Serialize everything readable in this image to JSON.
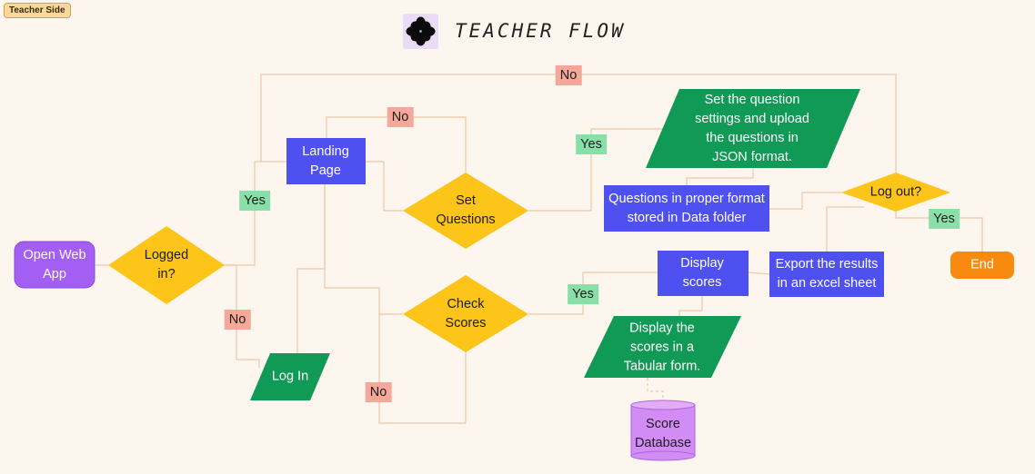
{
  "badge": "Teacher Side",
  "title": "TEACHER FLOW",
  "logo_icon": "flower-blob-icon",
  "colors": {
    "background": "#fdf6ee",
    "connector": "#f0c8a4",
    "purple_start": "#a35ef3",
    "yellow_decision": "#fdc41a",
    "blue_process": "#4f50f0",
    "green_io": "#119a55",
    "orange_end": "#f98a10",
    "lilac_database": "#d18cf5",
    "no_tag": "#f5a89a",
    "yes_tag": "#88e0a8"
  },
  "nodes": {
    "open_web_app": "Open Web\nApp",
    "logged_in": "Logged\nin?",
    "landing_page": "Landing\nPage",
    "log_in": "Log In",
    "set_questions": "Set\nQuestions",
    "check_scores": "Check\nScores",
    "question_settings": "Set the question\nsettings and upload\nthe questions in\nJSON format.",
    "questions_stored": "Questions in proper format\nstored in Data folder",
    "display_scores": "Display\nscores",
    "display_tabular": "Display the\nscores in a\nTabular form.",
    "score_database": "Score\nDatabase",
    "export_results": "Export the results\nin an excel sheet",
    "log_out": "Log out?",
    "end": "End"
  },
  "edge_labels": {
    "no_top": "No",
    "no_set_questions": "No",
    "yes_logged_in": "Yes",
    "no_logged_in": "No",
    "yes_set_questions": "Yes",
    "yes_check_scores": "Yes",
    "no_check_scores": "No",
    "yes_log_out": "Yes"
  }
}
